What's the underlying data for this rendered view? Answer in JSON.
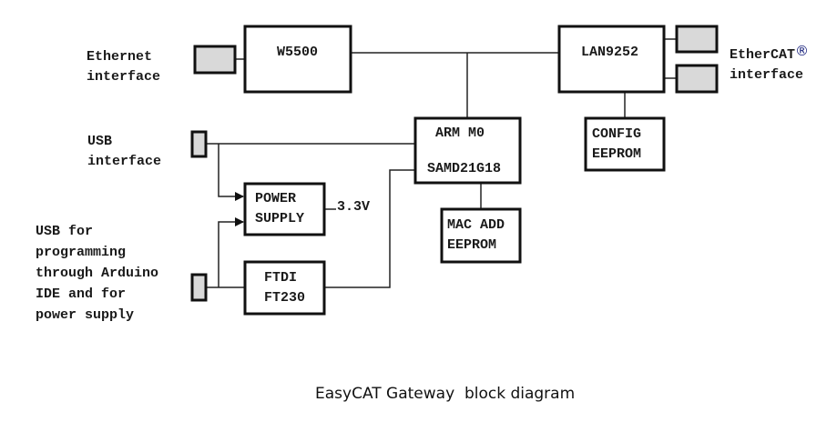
{
  "caption": "EasyCAT Gateway  block diagram",
  "colors": {
    "connector_fill": "#d9d9d9",
    "registered_mark": "#1a237e"
  },
  "blocks": {
    "w5500": {
      "lines": [
        "W5500"
      ]
    },
    "lan9252": {
      "lines": [
        "LAN9252"
      ]
    },
    "arm": {
      "lines": [
        "ARM M0",
        "SAMD21G18"
      ]
    },
    "config_eeprom": {
      "lines": [
        "CONFIG",
        "EEPROM"
      ]
    },
    "mac_eeprom": {
      "lines": [
        "MAC ADD",
        "EEPROM"
      ]
    },
    "power_supply": {
      "lines": [
        "POWER",
        "SUPPLY"
      ]
    },
    "ftdi": {
      "lines": [
        "FTDI",
        "FT230"
      ]
    }
  },
  "labels": {
    "ethernet": [
      "Ethernet",
      "interface"
    ],
    "ethercat": [
      "EtherCAT",
      "interface"
    ],
    "ethercat_mark": "®",
    "usb": [
      "USB",
      "interface"
    ],
    "usb_prog": [
      "USB for",
      "programming",
      "through Arduino",
      "IDE and for",
      "power supply"
    ],
    "voltage": "3.3V"
  }
}
